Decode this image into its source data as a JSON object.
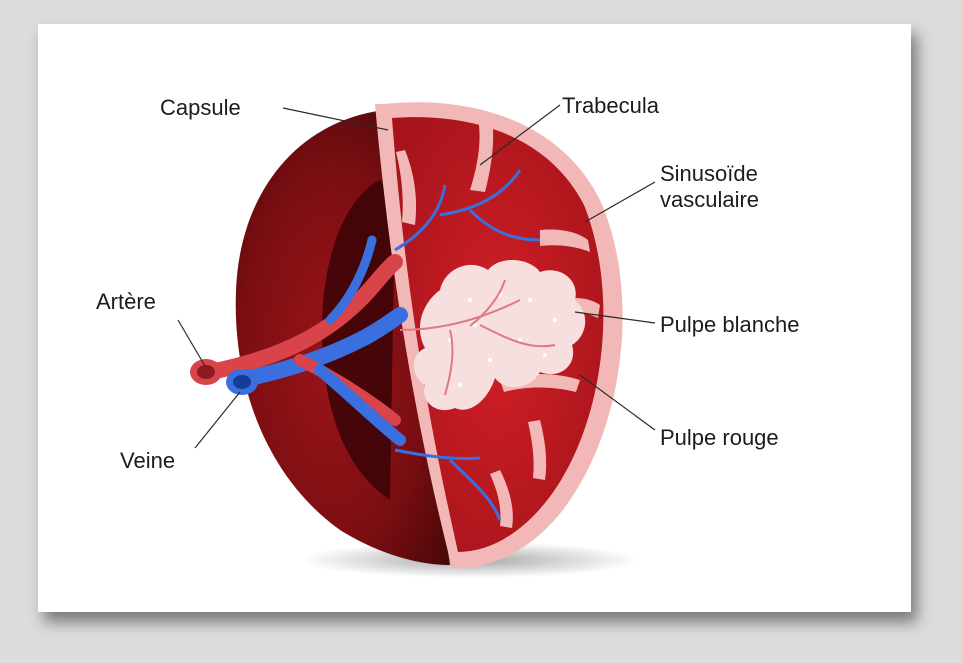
{
  "labels": {
    "capsule": "Capsule",
    "trabecula": "Trabecula",
    "sinusoid_line1": "Sinusoïde",
    "sinusoid_line2": "vasculaire",
    "artere": "Artère",
    "white_pulp": "Pulpe blanche",
    "red_pulp": "Pulpe rouge",
    "veine": "Veine"
  },
  "colors": {
    "background": "#dcdcdc",
    "card": "#ffffff",
    "organ_outer": "#7a0e12",
    "organ_inner": "#c2181f",
    "capsule_pink": "#f2b8b8",
    "white_pulp": "#f7dfe0",
    "artery": "#d8444a",
    "vein": "#3a6fe0"
  }
}
